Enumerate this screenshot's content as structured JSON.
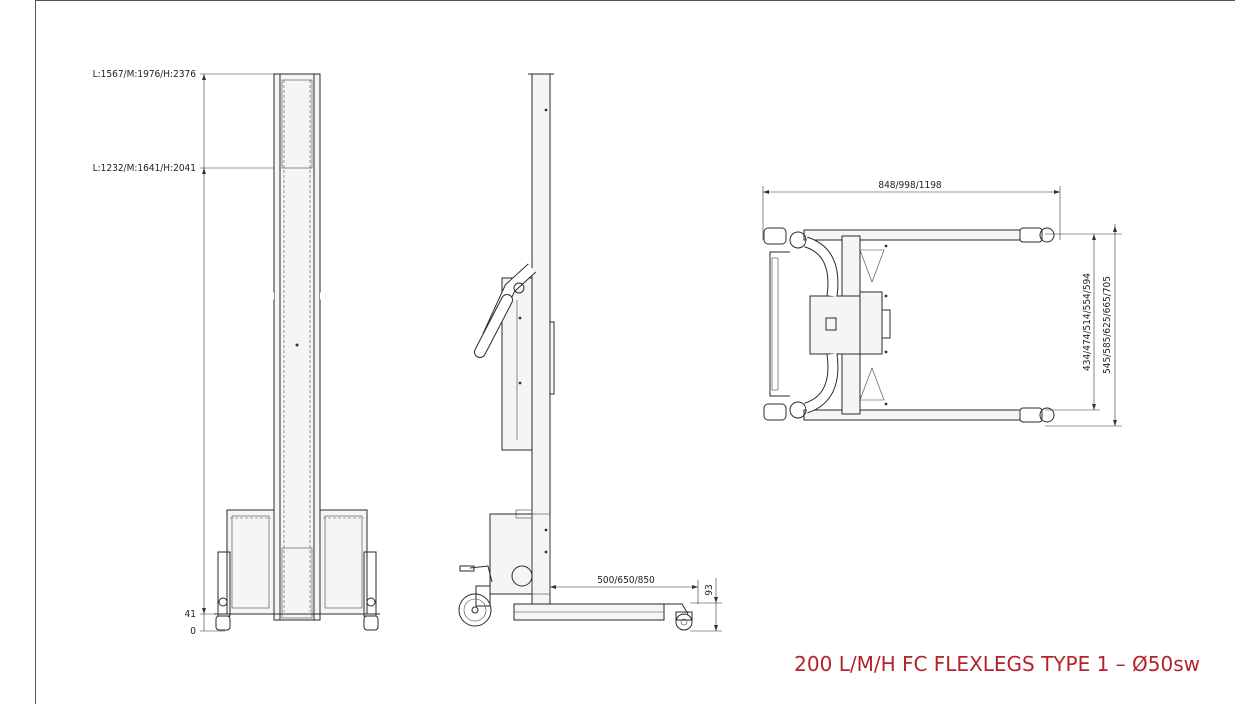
{
  "title": "200 L/M/H FC FLEXLEGS TYPE 1 – Ø50sw",
  "colors": {
    "title": "#b4232a",
    "line": "#2a2a2a"
  },
  "dimensions": {
    "height_max": "L:1567/M:1976/H:2376",
    "height_fork": "L:1232/M:1641/H:2041",
    "height_41": "41",
    "height_0": "0",
    "leg_length": "500/650/850",
    "leg_height": "93",
    "overall_length": "848/998/1198",
    "inner_width": "434/474/514/554/594",
    "outer_width": "545/585/625/665/705"
  }
}
